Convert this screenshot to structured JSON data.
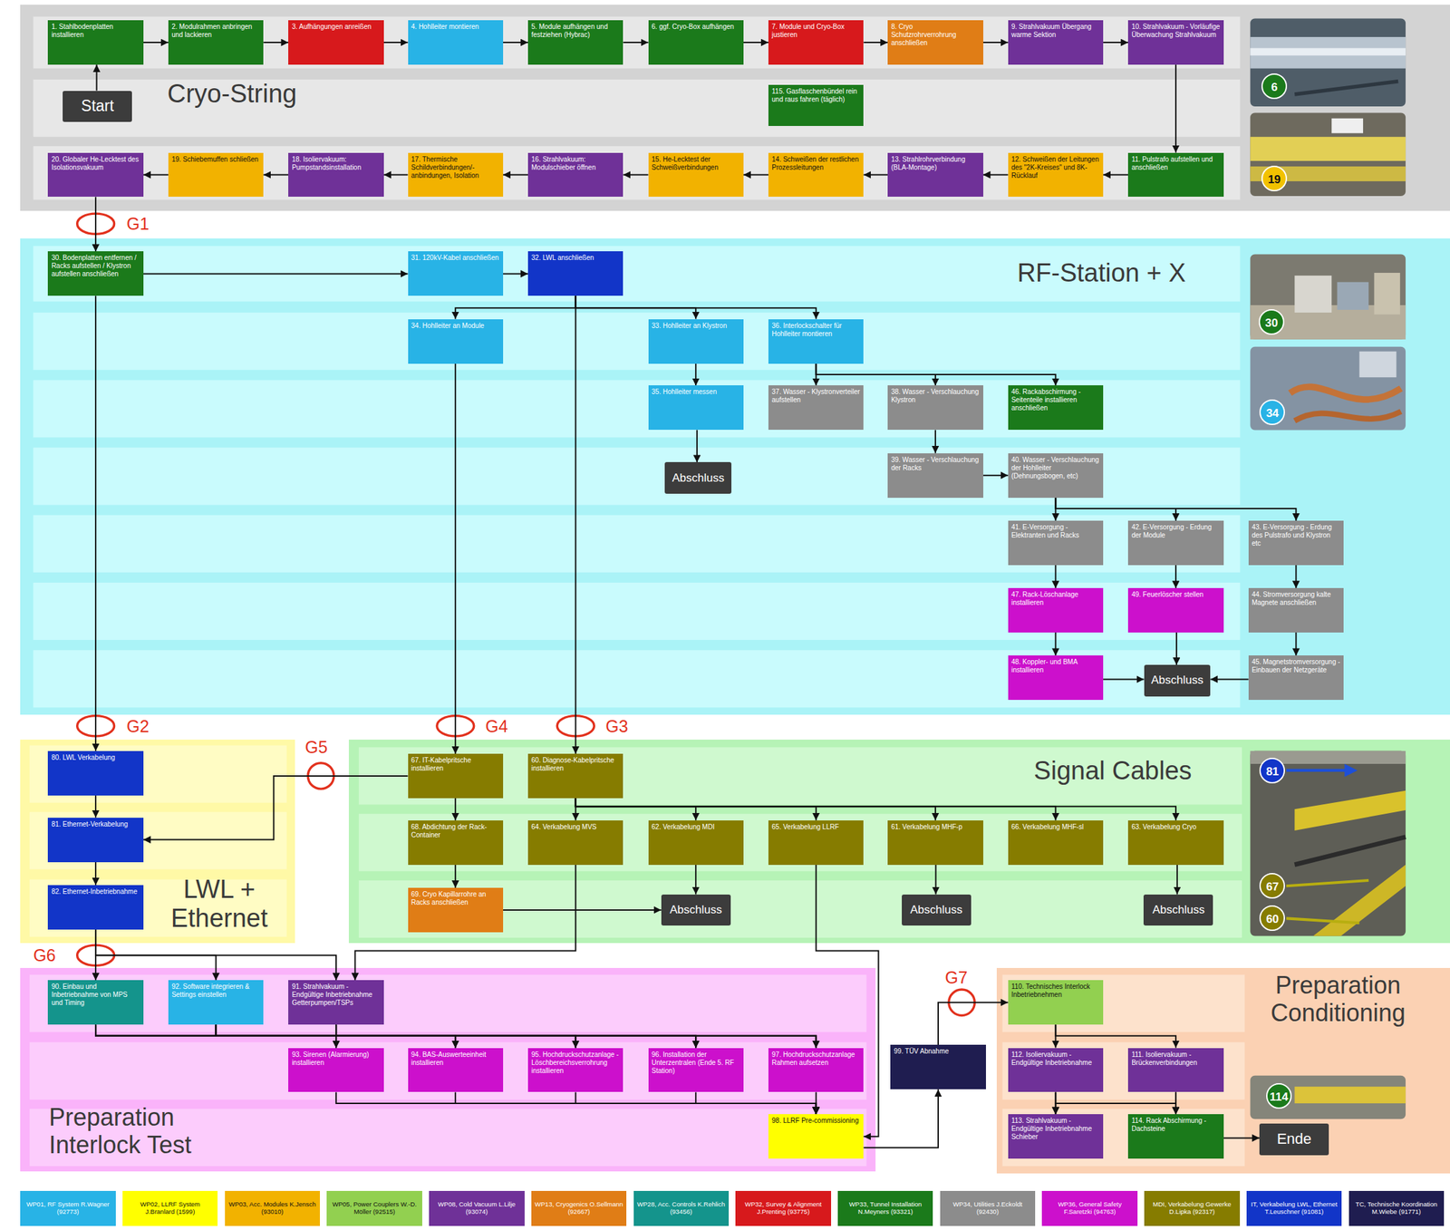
{
  "diagram": {
    "nodes": [
      {
        "text": [
          "Cryo-String"
        ]
      },
      {
        "text": [
          "Start"
        ],
        "in": 0
      },
      {
        "text": [
          "1. Stahlbodenplatten installieren"
        ],
        "in": 0
      },
      {
        "text": [
          "2. Modulrahmen anbringen und lackieren"
        ],
        "in": 0
      },
      {
        "text": [
          "3. Aufhängungen anreißen"
        ],
        "in": 0
      },
      {
        "text": [
          "4. Hohlleiter montieren"
        ],
        "in": 0
      },
      {
        "text": [
          "5. Module aufhängen und festziehen (Hybrac)"
        ],
        "in": 0
      },
      {
        "text": [
          "6. ggf. Cryo-Box aufhängen"
        ],
        "in": 0
      },
      {
        "text": [
          "7. Module und Cryo-Box justieren"
        ],
        "in": 0
      },
      {
        "text": [
          "8. Cryo Schutzrohrverrohrung anschließen"
        ],
        "in": 0
      },
      {
        "text": [
          "9. Strahlvakuum Übergang warme Sektion"
        ],
        "in": 0
      },
      {
        "text": [
          "10. Strahlvakuum - Vorläufige Überwachung Strahlvakuum"
        ],
        "in": 0
      },
      {
        "text": [
          "115. Gasflaschenbündel rein und raus fahren (täglich)"
        ],
        "in": 0
      },
      {
        "text": [
          "11. Pulstrafo aufstellen und anschließen"
        ],
        "in": 0
      },
      {
        "text": [
          "12. Schweißen der Leitungen des \"2K-Kreises\" und 8K-Rücklauf"
        ],
        "in": 0
      },
      {
        "text": [
          "13. Strahlrohrverbindung (BLA-Montage)"
        ],
        "in": 0
      },
      {
        "text": [
          "14. Schweißen der restlichen Prozessleitungen"
        ],
        "in": 0
      },
      {
        "text": [
          "15. He-Lecktest der Schweißverbindungen"
        ],
        "in": 0
      },
      {
        "text": [
          "16. Strahlvakuum: Modulschieber öffnen"
        ],
        "in": 0
      },
      {
        "text": [
          "17. Thermische Schildverbindungen/-anbindungen, Isolation"
        ],
        "in": 0
      },
      {
        "text": [
          "18. Isoliervakuum: Pumpstandsinstallation"
        ],
        "in": 0
      },
      {
        "text": [
          "19. Schiebemuffen schließen"
        ],
        "in": 0
      },
      {
        "text": [
          "20. Globaler He-Lecktest des Isolationsvakuum"
        ],
        "in": 0
      },
      {
        "text": [
          "RF-Station + X"
        ]
      },
      {
        "text": [
          "30. Bodenplatten entfernen / Racks aufstellen / Klystron aufstellen anschließen"
        ],
        "in": 23
      },
      {
        "text": [
          "31. 120kV-Kabel anschließen"
        ],
        "in": 23
      },
      {
        "text": [
          "32. LWL anschließen"
        ],
        "in": 23
      },
      {
        "text": [
          "34. Hohlleiter an Module"
        ],
        "in": 23
      },
      {
        "text": [
          "33. Hohlleiter an Klystron"
        ],
        "in": 23
      },
      {
        "text": [
          "36. Interlockschalter für Hohlleiter montieren"
        ],
        "in": 23
      },
      {
        "text": [
          "35. Hohlleiter messen"
        ],
        "in": 23
      },
      {
        "text": [
          "37. Wasser - Klystronverteiler aufstellen"
        ],
        "in": 23
      },
      {
        "text": [
          "38. Wasser - Verschlauchung Klystron"
        ],
        "in": 23
      },
      {
        "text": [
          "46. Rackabschirmung - Seitenteile installieren anschließen"
        ],
        "in": 23
      },
      {
        "text": [
          "Abschluss"
        ],
        "in": 23
      },
      {
        "text": [
          "39. Wasser - Verschlauchung der Racks"
        ],
        "in": 23
      },
      {
        "text": [
          "40. Wasser - Verschlauchung der Hohlleiter (Dehnungsbogen, etc)"
        ],
        "in": 23
      },
      {
        "text": [
          "41. E-Versorgung - Elektranten und Racks"
        ],
        "in": 23
      },
      {
        "text": [
          "42. E-Versorgung - Erdung der Module"
        ],
        "in": 23
      },
      {
        "text": [
          "43. E-Versorgung - Erdung des Pulstrafo und Klystron etc"
        ],
        "in": 23
      },
      {
        "text": [
          "47. Rack-Löschanlage installieren"
        ],
        "in": 23
      },
      {
        "text": [
          "49. Feuerlöscher stellen"
        ],
        "in": 23
      },
      {
        "text": [
          "44. Stromversorgung kalte Magnete anschließen"
        ],
        "in": 23
      },
      {
        "text": [
          "48. Koppler- und BMA installieren"
        ],
        "in": 23
      },
      {
        "text": [
          "Abschluss"
        ],
        "in": 23
      },
      {
        "text": [
          "45. Magnetstromversorgung - Einbauen der Netzgeräte"
        ],
        "in": 23
      },
      {
        "text": [
          "LWL + Ethernet"
        ]
      },
      {
        "text": [
          "80. LWL Verkabelung"
        ],
        "in": 46
      },
      {
        "text": [
          "81. Ethernet-Verkabelung"
        ],
        "in": 46
      },
      {
        "text": [
          "82. Ethernet-Inbetriebnahme"
        ],
        "in": 46
      },
      {
        "text": [
          "Signal Cables"
        ]
      },
      {
        "text": [
          "67. IT-Kabelpritsche installieren"
        ],
        "in": 50
      },
      {
        "text": [
          "60. Diagnose-Kabelpritsche installieren"
        ],
        "in": 50
      },
      {
        "text": [
          "68. Abdichtung der Rack-Container"
        ],
        "in": 50
      },
      {
        "text": [
          "64. Verkabelung MVS"
        ],
        "in": 50
      },
      {
        "text": [
          "62. Verkabelung MDI"
        ],
        "in": 50
      },
      {
        "text": [
          "65. Verkabelung LLRF"
        ],
        "in": 50
      },
      {
        "text": [
          "61. Verkabelung MHF-p"
        ],
        "in": 50
      },
      {
        "text": [
          "66. Verkabelung MHF-sl"
        ],
        "in": 50
      },
      {
        "text": [
          "63. Verkabelung Cryo"
        ],
        "in": 50
      },
      {
        "text": [
          "69. Cryo Kapillarrohre an Racks anschließen"
        ],
        "in": 50
      },
      {
        "text": [
          "Abschluss"
        ],
        "in": 50
      },
      {
        "text": [
          "Abschluss"
        ],
        "in": 50
      },
      {
        "text": [
          "Abschluss"
        ],
        "in": 50
      },
      {
        "text": [
          "Preparation Interlock Test"
        ]
      },
      {
        "text": [
          "90. Einbau und Inbetriebnahme von MPS und Timing"
        ],
        "in": 64
      },
      {
        "text": [
          "92. Software integrieren & Settings einstellen"
        ],
        "in": 64
      },
      {
        "text": [
          "91. Strahlvakuum - Endgültige Inbetriebnahme Getterpumpen/TSPs"
        ],
        "in": 64
      },
      {
        "text": [
          "93. Sirenen (Alarmierung) installieren"
        ],
        "in": 64
      },
      {
        "text": [
          "94. BAS-Auswerteeinheit installieren"
        ],
        "in": 64
      },
      {
        "text": [
          "95. Hochdruckschutzanlage - Löschbereichsverrohrung installieren"
        ],
        "in": 64
      },
      {
        "text": [
          "96. Installation der Unterzentralen (Ende 5. RF Station)"
        ],
        "in": 64
      },
      {
        "text": [
          "97. Hochdruckschutzanlage Rahmen aufsetzen"
        ],
        "in": 64
      },
      {
        "text": [
          "98. LLRF Pre-commissioning"
        ],
        "in": 64
      },
      {
        "text": [
          "99. TÜV Abnahme"
        ]
      },
      {
        "text": [
          "Preparation Conditioning"
        ]
      },
      {
        "text": [
          "110. Technisches Interlock Inbetriebnehmen"
        ],
        "in": 75
      },
      {
        "text": [
          "112. Isoliervakuum - Endgültige Inbetriebnahme"
        ],
        "in": 75
      },
      {
        "text": [
          "111. Isoliervakuum - Brückenverbindungen"
        ],
        "in": 75
      },
      {
        "text": [
          "113. Strahlvakuum - Endgültige Inbetriebnahme Schieber"
        ],
        "in": 75
      },
      {
        "text": [
          "114. Rack Abschirmung - Dachsteine"
        ],
        "in": 75
      },
      {
        "text": [
          "Ende"
        ],
        "in": 75
      }
    ],
    "edges": [
      {
        "from": 1,
        "to": 2,
        "arrow": "to"
      },
      {
        "from": 2,
        "to": 3,
        "arrow": "to"
      },
      {
        "from": 3,
        "to": 4,
        "arrow": "to"
      },
      {
        "from": 4,
        "to": 5,
        "arrow": "to"
      },
      {
        "from": 5,
        "to": 6,
        "arrow": "to"
      },
      {
        "from": 6,
        "to": 7,
        "arrow": "to"
      },
      {
        "from": 7,
        "to": 8,
        "arrow": "to"
      },
      {
        "from": 8,
        "to": 9,
        "arrow": "to"
      },
      {
        "from": 9,
        "to": 10,
        "arrow": "to"
      },
      {
        "from": 10,
        "to": 11,
        "arrow": "to"
      },
      {
        "from": 11,
        "to": 13,
        "arrow": "to"
      },
      {
        "from": 13,
        "to": 14,
        "arrow": "to"
      },
      {
        "from": 14,
        "to": 15,
        "arrow": "to"
      },
      {
        "from": 15,
        "to": 16,
        "arrow": "to"
      },
      {
        "from": 16,
        "to": 17,
        "arrow": "to"
      },
      {
        "from": 17,
        "to": 18,
        "arrow": "to"
      },
      {
        "from": 18,
        "to": 19,
        "arrow": "to"
      },
      {
        "from": 19,
        "to": 20,
        "arrow": "to"
      },
      {
        "from": 20,
        "to": 21,
        "arrow": "to"
      },
      {
        "from": 21,
        "to": 22,
        "arrow": "to"
      },
      {
        "from": 22,
        "to": 24,
        "arrow": "to"
      },
      {
        "from": 24,
        "to": 25,
        "arrow": "to"
      },
      {
        "from": 25,
        "to": 26,
        "arrow": "to"
      },
      {
        "from": 24,
        "to": 47,
        "arrow": "to"
      },
      {
        "from": 26,
        "to": 27,
        "arrow": "to"
      },
      {
        "from": 26,
        "to": 28,
        "arrow": "to"
      },
      {
        "from": 26,
        "to": 29,
        "arrow": "to"
      },
      {
        "from": 27,
        "to": 51,
        "arrow": "to"
      },
      {
        "from": 26,
        "to": 52,
        "arrow": "to"
      },
      {
        "from": 28,
        "to": 30,
        "arrow": "to"
      },
      {
        "from": 30,
        "to": 34,
        "arrow": "to"
      },
      {
        "from": 29,
        "to": 31,
        "arrow": "to"
      },
      {
        "from": 29,
        "to": 32,
        "arrow": "to"
      },
      {
        "from": 29,
        "to": 33,
        "arrow": "to"
      },
      {
        "from": 32,
        "to": 35,
        "arrow": "to"
      },
      {
        "from": 35,
        "to": 36,
        "arrow": "to"
      },
      {
        "from": 36,
        "to": 37,
        "arrow": "to"
      },
      {
        "from": 36,
        "to": 38,
        "arrow": "to"
      },
      {
        "from": 36,
        "to": 39,
        "arrow": "to"
      },
      {
        "from": 37,
        "to": 40,
        "arrow": "to"
      },
      {
        "from": 40,
        "to": 43,
        "arrow": "to"
      },
      {
        "from": 43,
        "to": 44,
        "arrow": "to"
      },
      {
        "from": 38,
        "to": 41,
        "arrow": "to"
      },
      {
        "from": 41,
        "to": 44,
        "arrow": "to"
      },
      {
        "from": 39,
        "to": 42,
        "arrow": "to"
      },
      {
        "from": 42,
        "to": 45,
        "arrow": "to"
      },
      {
        "from": 45,
        "to": 44,
        "arrow": "to"
      },
      {
        "from": 47,
        "to": 48,
        "arrow": "to"
      },
      {
        "from": 48,
        "to": 49,
        "arrow": "to"
      },
      {
        "from": 51,
        "to": 48,
        "arrow": "to"
      },
      {
        "from": 51,
        "to": 53,
        "arrow": "to"
      },
      {
        "from": 53,
        "to": 60,
        "arrow": "to"
      },
      {
        "from": 60,
        "to": 61,
        "arrow": "to"
      },
      {
        "from": 52,
        "to": 54,
        "arrow": "to"
      },
      {
        "from": 52,
        "to": 55,
        "arrow": "to"
      },
      {
        "from": 52,
        "to": 56,
        "arrow": "to"
      },
      {
        "from": 52,
        "to": 57,
        "arrow": "to"
      },
      {
        "from": 52,
        "to": 58,
        "arrow": "to"
      },
      {
        "from": 52,
        "to": 59,
        "arrow": "to"
      },
      {
        "from": 55,
        "to": 61,
        "arrow": "to"
      },
      {
        "from": 57,
        "to": 62,
        "arrow": "to"
      },
      {
        "from": 59,
        "to": 63,
        "arrow": "to"
      },
      {
        "from": 49,
        "to": 65,
        "arrow": "to"
      },
      {
        "from": 49,
        "to": 66,
        "arrow": "to"
      },
      {
        "from": 49,
        "to": 67,
        "arrow": "to"
      },
      {
        "from": 54,
        "to": 67,
        "arrow": "to"
      },
      {
        "from": 56,
        "to": 73,
        "arrow": "to"
      },
      {
        "from": 73,
        "to": 74,
        "arrow": "to"
      },
      {
        "from": 74,
        "to": 76,
        "arrow": "to"
      },
      {
        "from": 65,
        "to": 68,
        "arrow": "to"
      },
      {
        "from": 65,
        "to": 69,
        "arrow": "to"
      },
      {
        "from": 65,
        "to": 70,
        "arrow": "to"
      },
      {
        "from": 65,
        "to": 71,
        "arrow": "to"
      },
      {
        "from": 65,
        "to": 72,
        "arrow": "to"
      },
      {
        "from": 66,
        "to": 68,
        "arrow": "to"
      },
      {
        "from": 66,
        "to": 69,
        "arrow": "to"
      },
      {
        "from": 66,
        "to": 70,
        "arrow": "to"
      },
      {
        "from": 66,
        "to": 71,
        "arrow": "to"
      },
      {
        "from": 66,
        "to": 72,
        "arrow": "to"
      },
      {
        "from": 67,
        "to": 68,
        "arrow": "to"
      },
      {
        "from": 67,
        "to": 69,
        "arrow": "to"
      },
      {
        "from": 67,
        "to": 70,
        "arrow": "to"
      },
      {
        "from": 67,
        "to": 71,
        "arrow": "to"
      },
      {
        "from": 67,
        "to": 72,
        "arrow": "to"
      },
      {
        "from": 68,
        "to": 73,
        "arrow": "to"
      },
      {
        "from": 69,
        "to": 73,
        "arrow": "to"
      },
      {
        "from": 70,
        "to": 73,
        "arrow": "to"
      },
      {
        "from": 71,
        "to": 73,
        "arrow": "to"
      },
      {
        "from": 72,
        "to": 73,
        "arrow": "to"
      },
      {
        "from": 76,
        "to": 77,
        "arrow": "to"
      },
      {
        "from": 76,
        "to": 78,
        "arrow": "to"
      },
      {
        "from": 77,
        "to": 79,
        "arrow": "to"
      },
      {
        "from": 77,
        "to": 80,
        "arrow": "to"
      },
      {
        "from": 78,
        "to": 79,
        "arrow": "to"
      },
      {
        "from": 78,
        "to": 80,
        "arrow": "to"
      },
      {
        "from": 80,
        "to": 81,
        "arrow": "to"
      }
    ],
    "labels": [
      "G1",
      "6",
      "19",
      "30",
      "34",
      "G2",
      "G4",
      "G3",
      "G5",
      "81",
      "67",
      "60",
      "G6",
      "G7",
      "114"
    ],
    "legend": [
      {
        "text": "WP01, RF System R.Wagner (92773)",
        "color": "#28b3e6"
      },
      {
        "text": "WP02, LLRF System J.Branlard (1599)",
        "color": "#ffff00"
      },
      {
        "text": "WP03, Acc. Modules K.Jensch (93010)",
        "color": "#f2b200"
      },
      {
        "text": "WP05, Power Couplers W.-D. Möller (92515)",
        "color": "#92d050"
      },
      {
        "text": "WP08, Cold Vacuum L.Lilje (93074)",
        "color": "#6f3198"
      },
      {
        "text": "WP13, Cryogenics O.Sellmann (92667)",
        "color": "#e07d16"
      },
      {
        "text": "WP28, Acc. Controls K.Rehlich (93456)",
        "color": "#14948c"
      },
      {
        "text": "WP32, Survey & Alignment J.Prenting (93775)",
        "color": "#d7191c"
      },
      {
        "text": "WP33, Tunnel Installation N.Meyners (93321)",
        "color": "#1b7a1b"
      },
      {
        "text": "WP34, Utilities J.Eckoldt (92430)",
        "color": "#8c8c8c"
      },
      {
        "text": "WP36, General Safety F.Saretzki (94763)",
        "color": "#cc10cc"
      },
      {
        "text": "MDI, Verkabelung Gewerke D.Lipka (92317)",
        "color": "#867c00"
      },
      {
        "text": "IT, Verkabelung LWL, Ethernet T.Leuschner (91081)",
        "color": "#1235c8"
      },
      {
        "text": "TC, Technische Koordination M.Wiebe (91771)",
        "color": "#1f1d50"
      }
    ]
  }
}
